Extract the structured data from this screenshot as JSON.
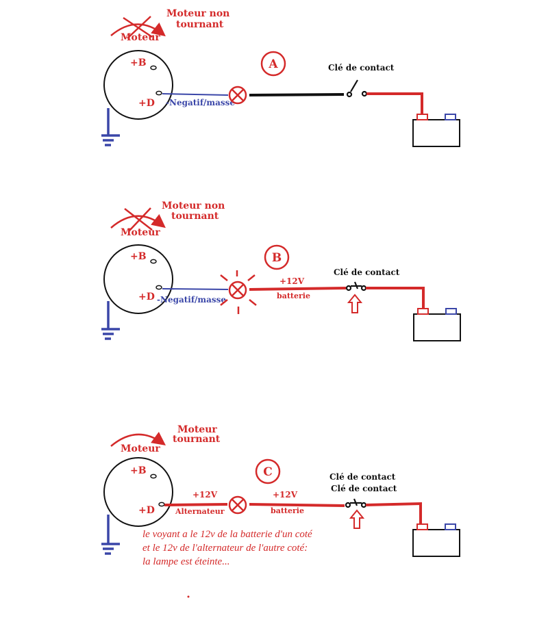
{
  "colors": {
    "red": "#d42a2a",
    "blue": "#3a46a8",
    "black": "#111111"
  },
  "panels": [
    {
      "id": "A",
      "letter": "A",
      "engine_title_line1": "Moteur non",
      "engine_title_line2": "tournant",
      "moteur_label": "Moteur",
      "terminal_b": "+B",
      "terminal_d": "+D",
      "left_wire_label": "-Negatif/masse",
      "key_label": "Clé de contact"
    },
    {
      "id": "B",
      "letter": "B",
      "engine_title_line1": "Moteur non",
      "engine_title_line2": "tournant",
      "moteur_label": "Moteur",
      "terminal_b": "+B",
      "terminal_d": "+D",
      "left_wire_label": "-Negatif/masse",
      "right_wire_voltage": "+12V",
      "right_wire_source": "batterie",
      "key_label": "Clé de contact"
    },
    {
      "id": "C",
      "letter": "C",
      "engine_title_line1": "Moteur",
      "engine_title_line2": "tournant",
      "moteur_label": "Moteur",
      "terminal_b": "+B",
      "terminal_d": "+D",
      "left_wire_voltage": "+12V",
      "left_wire_source": "Alternateur",
      "right_wire_voltage": "+12V",
      "right_wire_source": "batterie",
      "key_label": "Clé de contact",
      "key_label_dup": "Clé de contact",
      "note_line1": "le voyant  a le 12v de la batterie d'un coté",
      "note_line2": "et le 12v de l'alternateur de l'autre coté:",
      "note_line3": "la lampe est éteinte..."
    }
  ]
}
